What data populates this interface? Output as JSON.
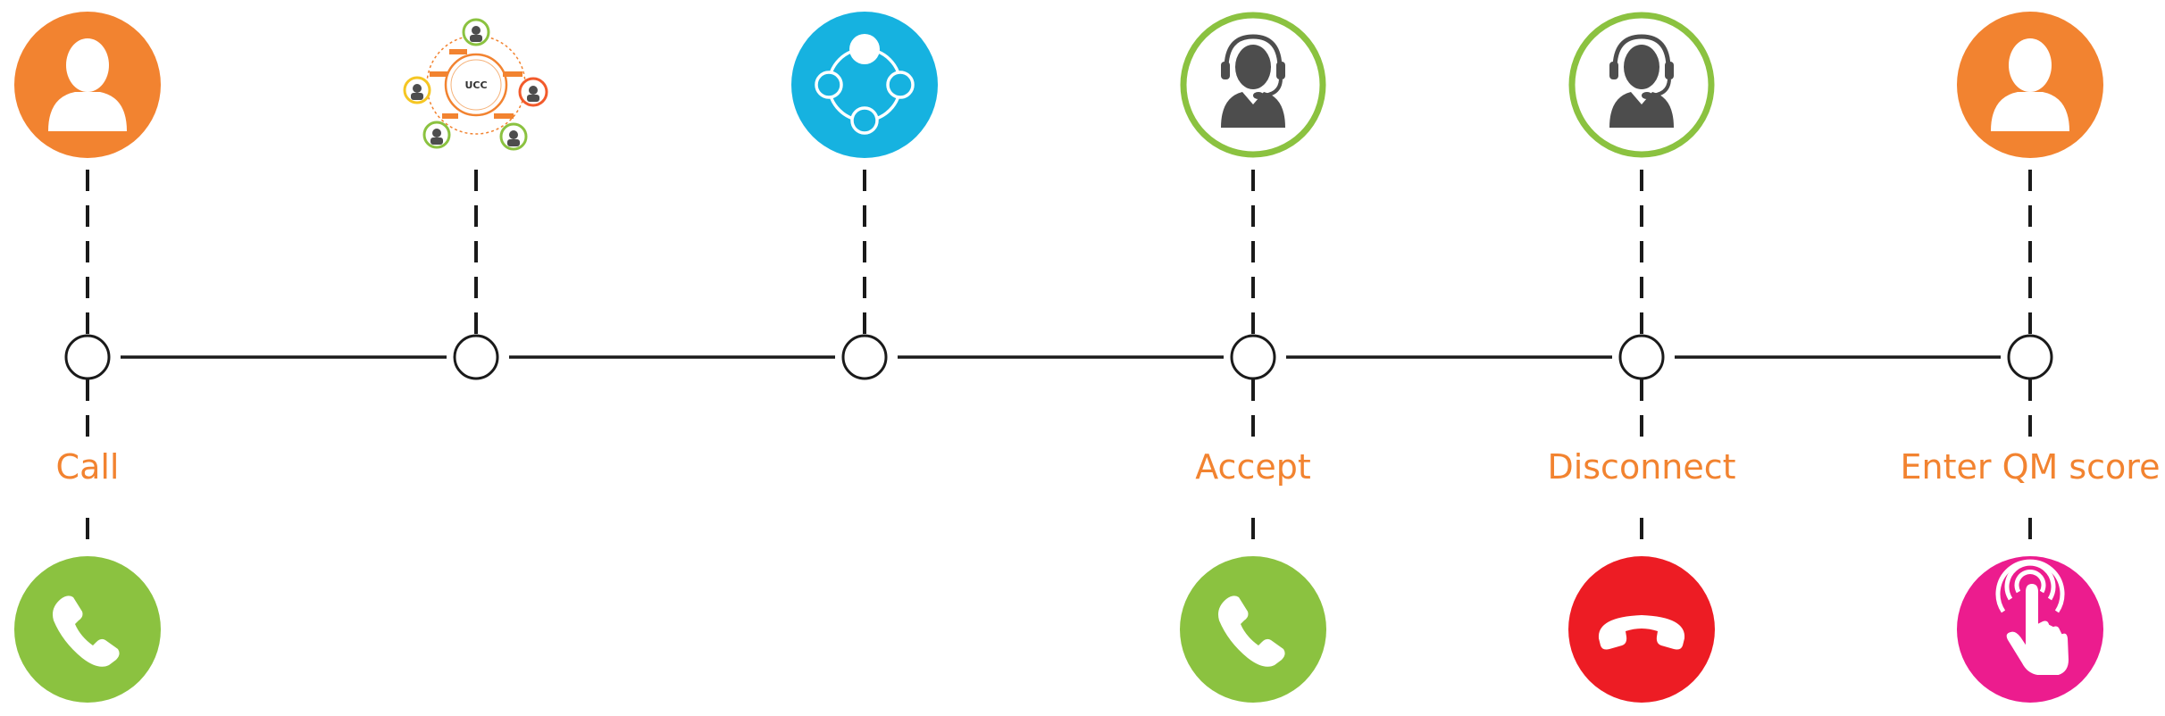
{
  "colors": {
    "orange": "#f28330",
    "green": "#8bc240",
    "blue": "#16b2e0",
    "red": "#ed1c24",
    "magenta": "#ec1c8e",
    "line": "#1a1a1a",
    "label": "#f28330",
    "agent_gray": "#4d4d4d"
  },
  "steps": [
    {
      "id": "caller",
      "top_icon": "user-icon",
      "top_style": "orange-fill",
      "label": "Call",
      "bottom_icon": "phone-icon"
    },
    {
      "id": "ucc",
      "top_icon": "ucc-network-icon",
      "top_style": "plain",
      "label": "",
      "bottom_icon": ""
    },
    {
      "id": "routing",
      "top_icon": "network-icon",
      "top_style": "blue-fill",
      "label": "",
      "bottom_icon": ""
    },
    {
      "id": "agent-accept",
      "top_icon": "agent-headset-icon",
      "top_style": "green-ring",
      "label": "Accept",
      "bottom_icon": "phone-icon"
    },
    {
      "id": "agent-disconnect",
      "top_icon": "agent-headset-icon",
      "top_style": "green-ring",
      "label": "Disconnect",
      "bottom_icon": "hangup-icon"
    },
    {
      "id": "supervisor",
      "top_icon": "user-icon",
      "top_style": "orange-fill",
      "label": "Enter QM score",
      "bottom_icon": "touch-icon"
    }
  ],
  "ucc": {
    "center_label": "UCC"
  }
}
